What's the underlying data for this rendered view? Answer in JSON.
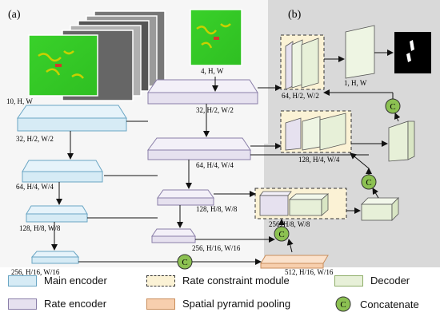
{
  "panels": {
    "a": "(a)",
    "b": "(b)"
  },
  "inputs": {
    "stack_label": "10, H, W",
    "single_label": "4, H, W"
  },
  "main_encoder": [
    "32, H/2, W/2",
    "64, H/4, W/4",
    "128, H/8, W/8",
    "256, H/16, W/16"
  ],
  "rate_encoder": [
    "32, H/2, W/2",
    "64, H/4, W/4",
    "128, H/8, W/8",
    "256, H/16, W/16"
  ],
  "spp": {
    "label": "512, H/16, W/16"
  },
  "decoder": [
    "256, H/8, W/8",
    "128, H/4, W/4",
    "64, H/2, W/2",
    "1, H, W"
  ],
  "concat_glyph": "C",
  "legend": {
    "main_encoder": "Main encoder",
    "rate_constraint": "Rate constraint module",
    "decoder": "Decoder",
    "rate_encoder": "Rate encoder",
    "spp": "Spatial pyramid pooling",
    "concatenate": "Concatenate"
  },
  "colors": {
    "main_encoder": "#d6ebf5",
    "rate_encoder": "#e6e1ef",
    "decoder": "#e7f0d8",
    "spp": "#f7cfae",
    "rate_constraint_box": "#fbf2d5",
    "concat": "#8cc152",
    "panel_b_bg": "#d9d9d9"
  }
}
